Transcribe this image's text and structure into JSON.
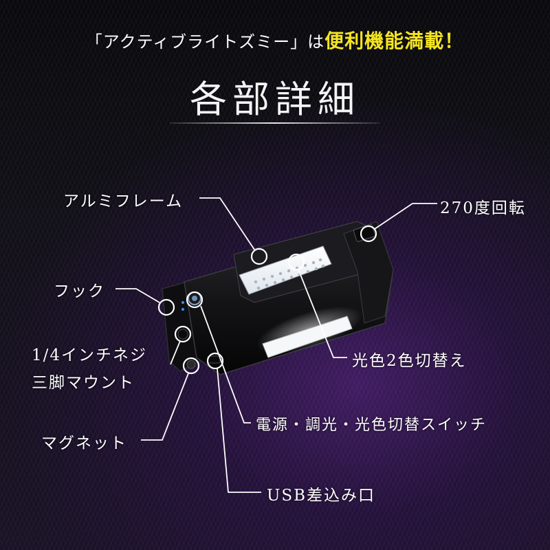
{
  "header": {
    "intro_prefix": "「アクティブライトズミー」は",
    "intro_highlight": "便利機能満載",
    "intro_suffix": "！",
    "title": "各部詳細"
  },
  "callouts": {
    "aluminum_frame": "アルミフレーム",
    "rotation": "270度回転",
    "hook": "フック",
    "tripod_line1": "1/4インチネジ",
    "tripod_line2": "三脚マウント",
    "light_color": "光色2色切替え",
    "magnet": "マグネット",
    "power_switch": "電源・調光・光色切替スイッチ",
    "usb_port": "USB差込み口"
  },
  "colors": {
    "highlight": "#f5e521",
    "background": "#0d0b12",
    "purple_glow": "#481e6e",
    "leader_line": "#ffffff"
  }
}
